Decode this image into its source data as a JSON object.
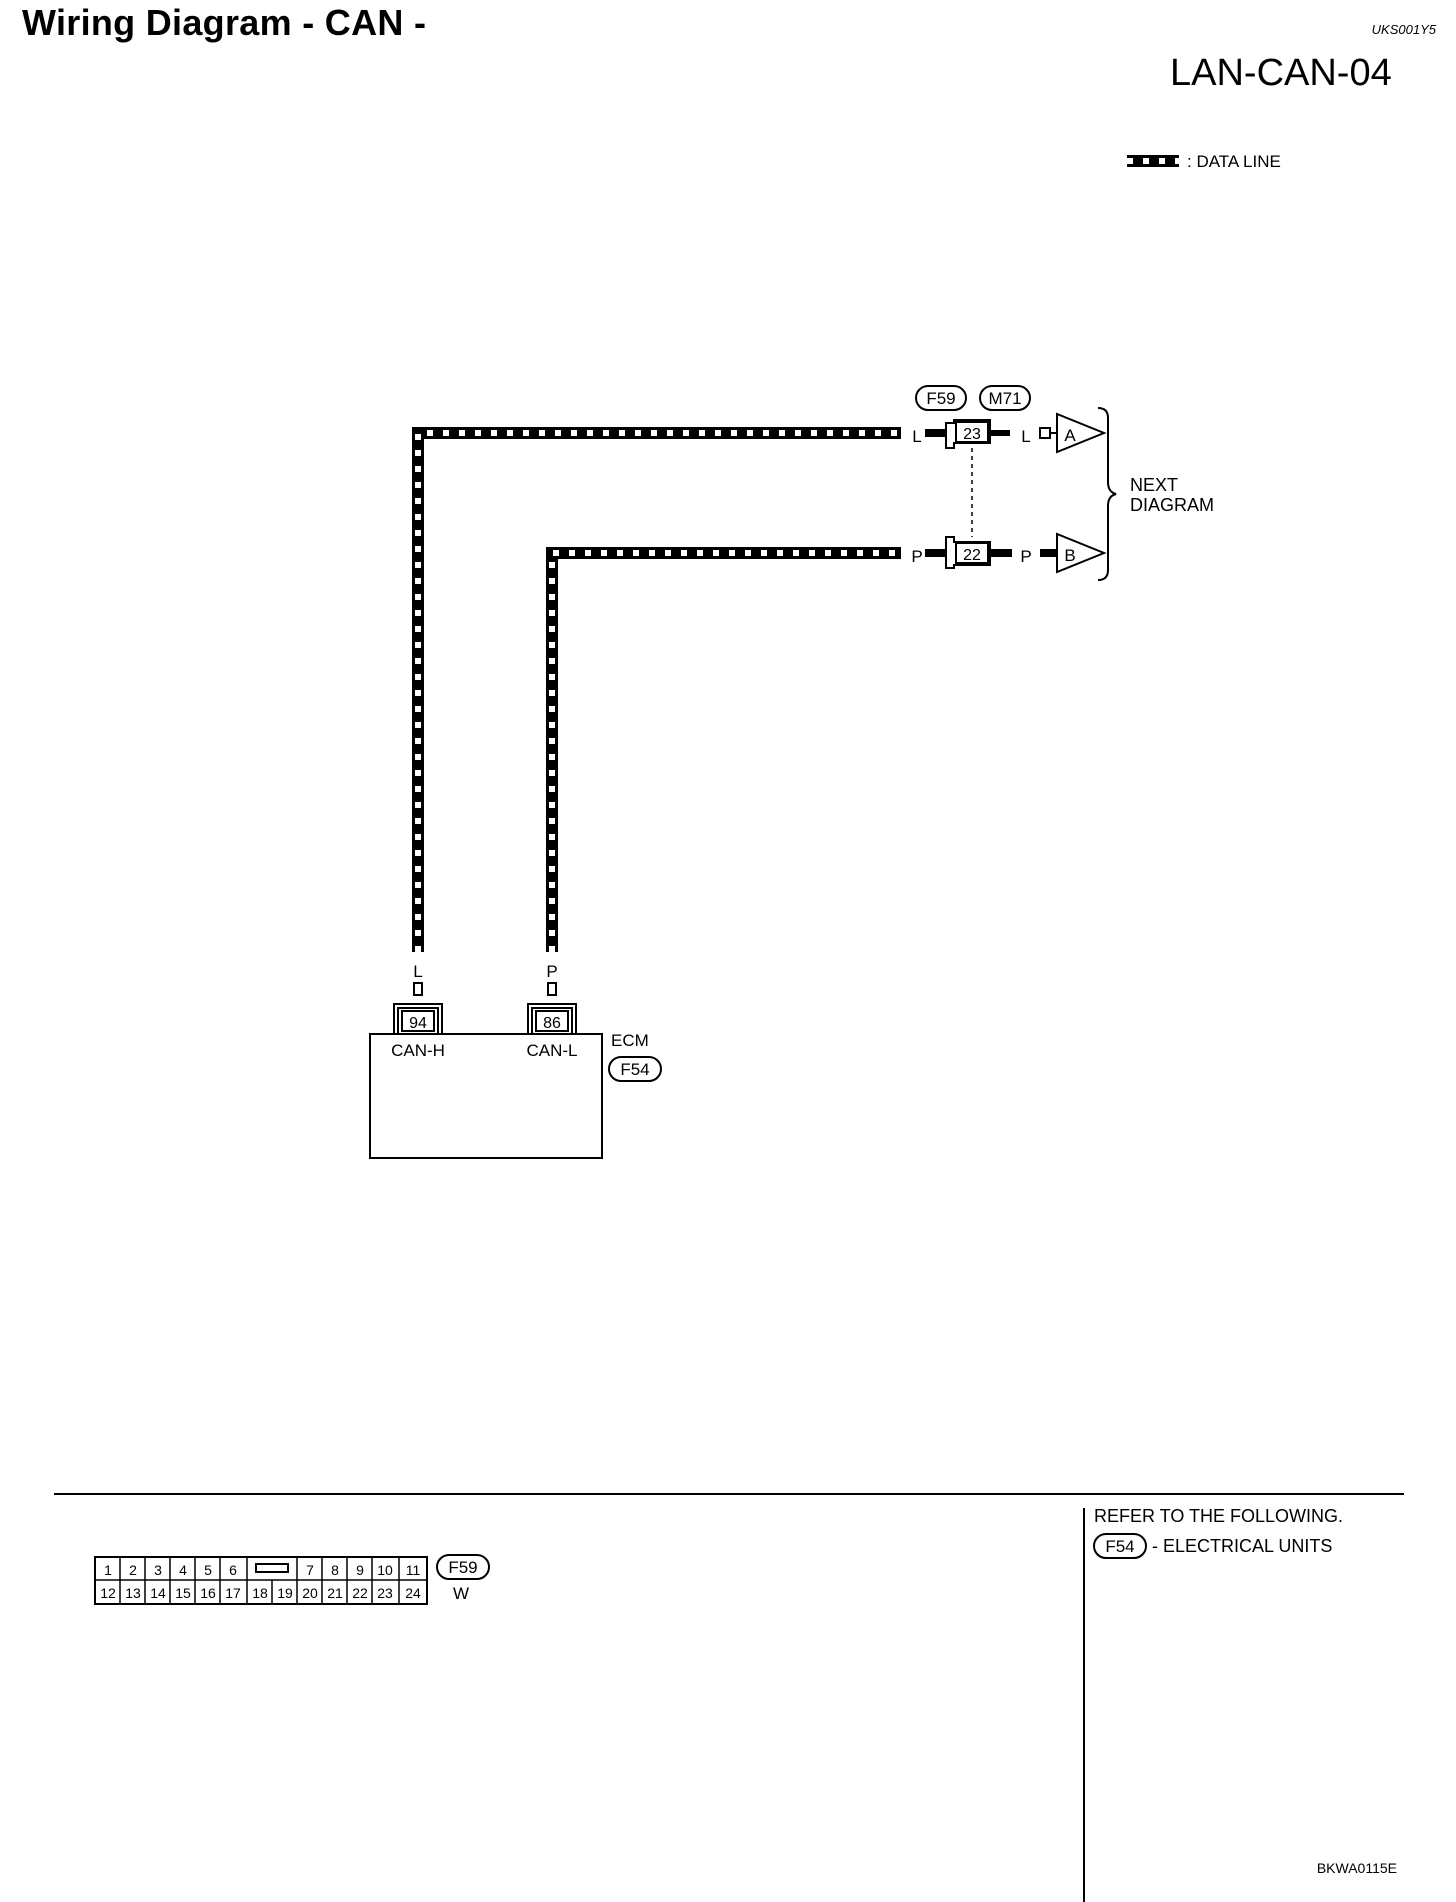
{
  "header": {
    "title": "Wiring Diagram - CAN -",
    "ref_code": "UKS001Y5",
    "diagram_code": "LAN-CAN-04"
  },
  "legend": {
    "data_line_label": ": DATA LINE"
  },
  "diagram": {
    "connectors": {
      "f59": "F59",
      "m71": "M71",
      "f54": "F54"
    },
    "lines": {
      "upper": {
        "color_left": "L",
        "terminal": "23",
        "color_right": "L",
        "arrow": "A"
      },
      "lower": {
        "color_left": "P",
        "terminal": "22",
        "color_right": "P",
        "arrow": "B"
      }
    },
    "next_diagram": {
      "line1": "NEXT",
      "line2": "DIAGRAM"
    },
    "ecm": {
      "name": "ECM",
      "pins": [
        {
          "number": "94",
          "wire_color": "L",
          "label": "CAN-H"
        },
        {
          "number": "86",
          "wire_color": "P",
          "label": "CAN-L"
        }
      ]
    }
  },
  "footer": {
    "connector_face": {
      "id": "F59",
      "color": "W",
      "top_row": [
        "1",
        "2",
        "3",
        "4",
        "5",
        "6",
        "7",
        "8",
        "9",
        "10",
        "11"
      ],
      "bottom_row": [
        "12",
        "13",
        "14",
        "15",
        "16",
        "17",
        "18",
        "19",
        "20",
        "21",
        "22",
        "23",
        "24"
      ]
    },
    "refer": {
      "heading": "REFER TO THE FOLLOWING.",
      "connector": "F54",
      "text": "- ELECTRICAL UNITS"
    },
    "figure_code": "BKWA0115E"
  }
}
